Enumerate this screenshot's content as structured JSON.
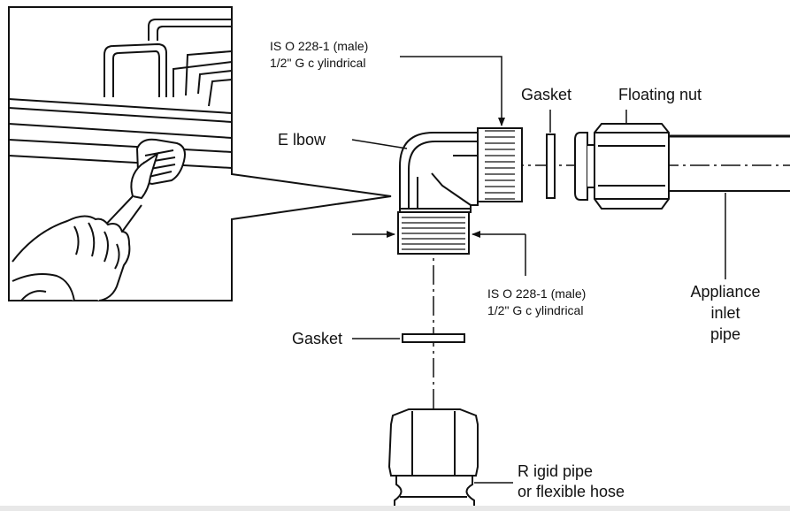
{
  "labels": {
    "iso_top_line1": "IS O 228-1 (male)",
    "iso_top_line2": "1/2\" G c ylindrical",
    "gasket_top": "Gasket",
    "floating_nut": "Floating nut",
    "elbow": "E lbow",
    "iso_bottom_line1": "IS O 228-1 (male)",
    "iso_bottom_line2": "1/2\" G c ylindrical",
    "appliance_line1": "Appliance",
    "appliance_line2": "inlet",
    "appliance_line3": "pipe",
    "gasket_left": "Gasket",
    "rigid_line1": "R igid pipe",
    "rigid_line2": "or flexible hose"
  },
  "colors": {
    "line": "#111111",
    "background": "#ffffff",
    "footer_strip": "#e8e8e8"
  }
}
